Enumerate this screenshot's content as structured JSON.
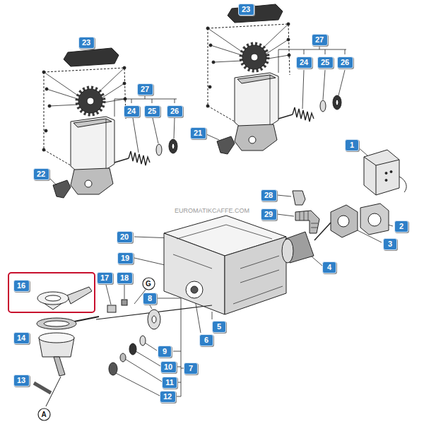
{
  "diagram": {
    "nodes": [
      {
        "text": [
          "23"
        ]
      },
      {
        "text": [
          "27"
        ]
      },
      {
        "text": [
          "23"
        ]
      },
      {
        "text": [
          "24"
        ]
      },
      {
        "text": [
          "25"
        ]
      },
      {
        "text": [
          "26"
        ]
      },
      {
        "text": [
          "27"
        ]
      },
      {
        "text": [
          "24"
        ]
      },
      {
        "text": [
          "25"
        ]
      },
      {
        "text": [
          "26"
        ]
      },
      {
        "text": [
          "21"
        ]
      },
      {
        "text": [
          "1"
        ]
      },
      {
        "text": [
          "22"
        ]
      },
      {
        "text": [
          "28"
        ]
      },
      {
        "text": [
          "29"
        ]
      },
      {
        "text": [
          "2"
        ]
      },
      {
        "text": [
          "20"
        ]
      },
      {
        "text": [
          "3"
        ]
      },
      {
        "text": [
          "19"
        ]
      },
      {
        "text": [
          "4"
        ]
      },
      {
        "text": [
          "17"
        ]
      },
      {
        "text": [
          "18"
        ]
      },
      {
        "text": [
          "G"
        ]
      },
      {
        "text": [
          "16"
        ]
      },
      {
        "text": [
          "8"
        ]
      },
      {
        "text": [
          "5"
        ]
      },
      {
        "text": [
          "14"
        ]
      },
      {
        "text": [
          "6"
        ]
      },
      {
        "text": [
          "9"
        ]
      },
      {
        "text": [
          "10"
        ]
      },
      {
        "text": [
          "7"
        ]
      },
      {
        "text": [
          "13"
        ]
      },
      {
        "text": [
          "11"
        ]
      },
      {
        "text": [
          "12"
        ]
      },
      {
        "text": [
          "A"
        ]
      }
    ],
    "labels": [
      "EUROMATIKCAFFE.COM"
    ]
  }
}
